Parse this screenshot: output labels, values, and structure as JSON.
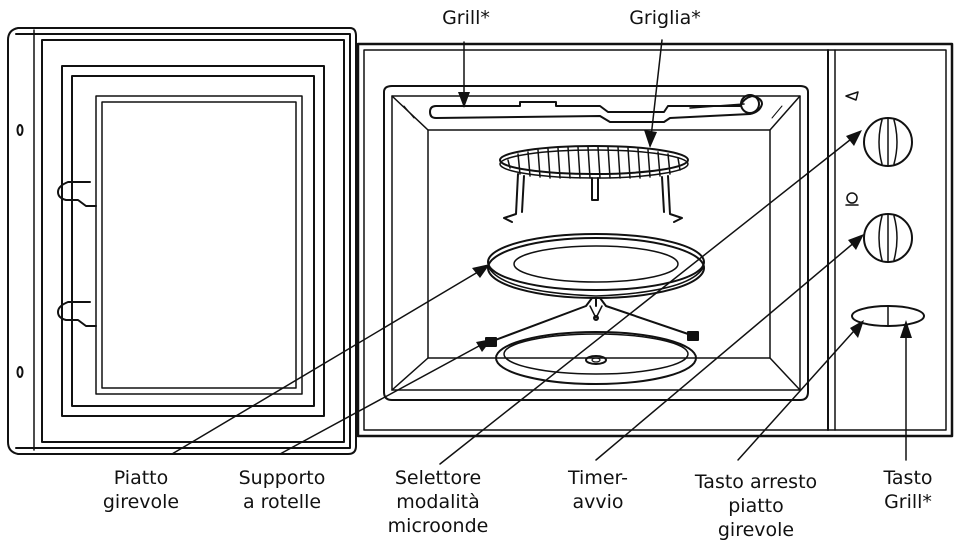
{
  "labels": {
    "grill": "Grill*",
    "griglia": "Griglia*",
    "piatto_girevole": [
      "Piatto",
      "girevole"
    ],
    "supporto_rotelle": [
      "Supporto",
      "a rotelle"
    ],
    "selettore": [
      "Selettore",
      "modalità",
      "microonde"
    ],
    "timer": [
      "Timer-",
      "avvio"
    ],
    "tasto_arresto": [
      "Tasto arresto",
      "piatto",
      "girevole"
    ],
    "tasto_grill": [
      "Tasto",
      "Grill*"
    ]
  },
  "colors": {
    "line": "#111111",
    "background": "#ffffff"
  },
  "icons": {
    "power_symbol": "power-level-icon",
    "timer_symbol": "timer-icon"
  }
}
